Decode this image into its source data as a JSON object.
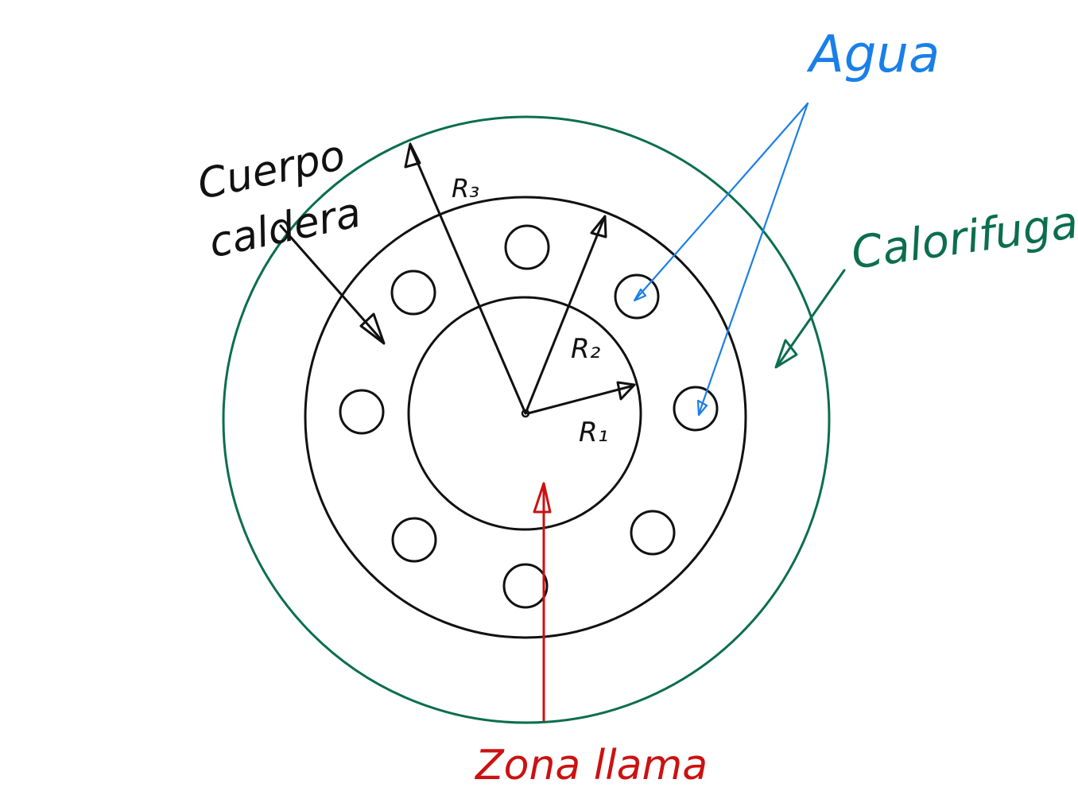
{
  "colors": {
    "black": "#111111",
    "green": "#0b6e4f",
    "blue": "#1a7fe8",
    "red": "#cc1111"
  },
  "labels": {
    "cuerpo_line1": "Cuerpo",
    "cuerpo_line2": "caldera",
    "agua": "Agua",
    "calorifugado": "Calorifugado",
    "zona_llama": "Zona llama",
    "r1": "R₁",
    "r2": "R₂",
    "r3": "R₃"
  }
}
